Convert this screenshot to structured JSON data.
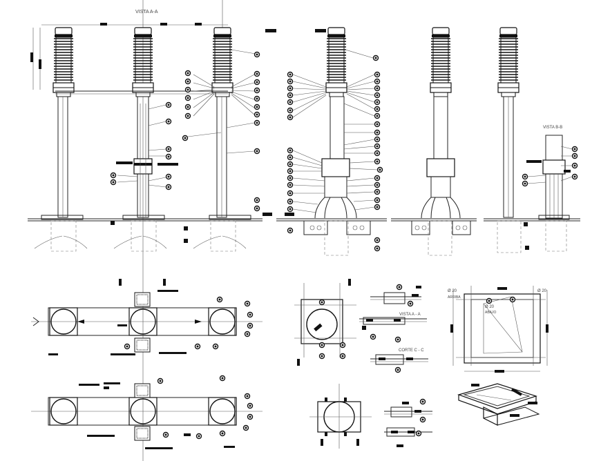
{
  "labels": {
    "vista_aa_top": "VISTA A-A",
    "vista_bb": "VISTA B-B",
    "vista_aa_detail": "VISTA A - A",
    "corte_cc": "CORTE C - C",
    "dim_phi20_arriba": "Ø 20",
    "arriba": "ARRIBA",
    "dim_phi20_left": "Ø 20",
    "dim_phi20_mid": "Ø 20",
    "abajo": "ABAJO"
  },
  "colors": {
    "ink": "#111111",
    "line": "#222222",
    "paper": "#ffffff"
  }
}
